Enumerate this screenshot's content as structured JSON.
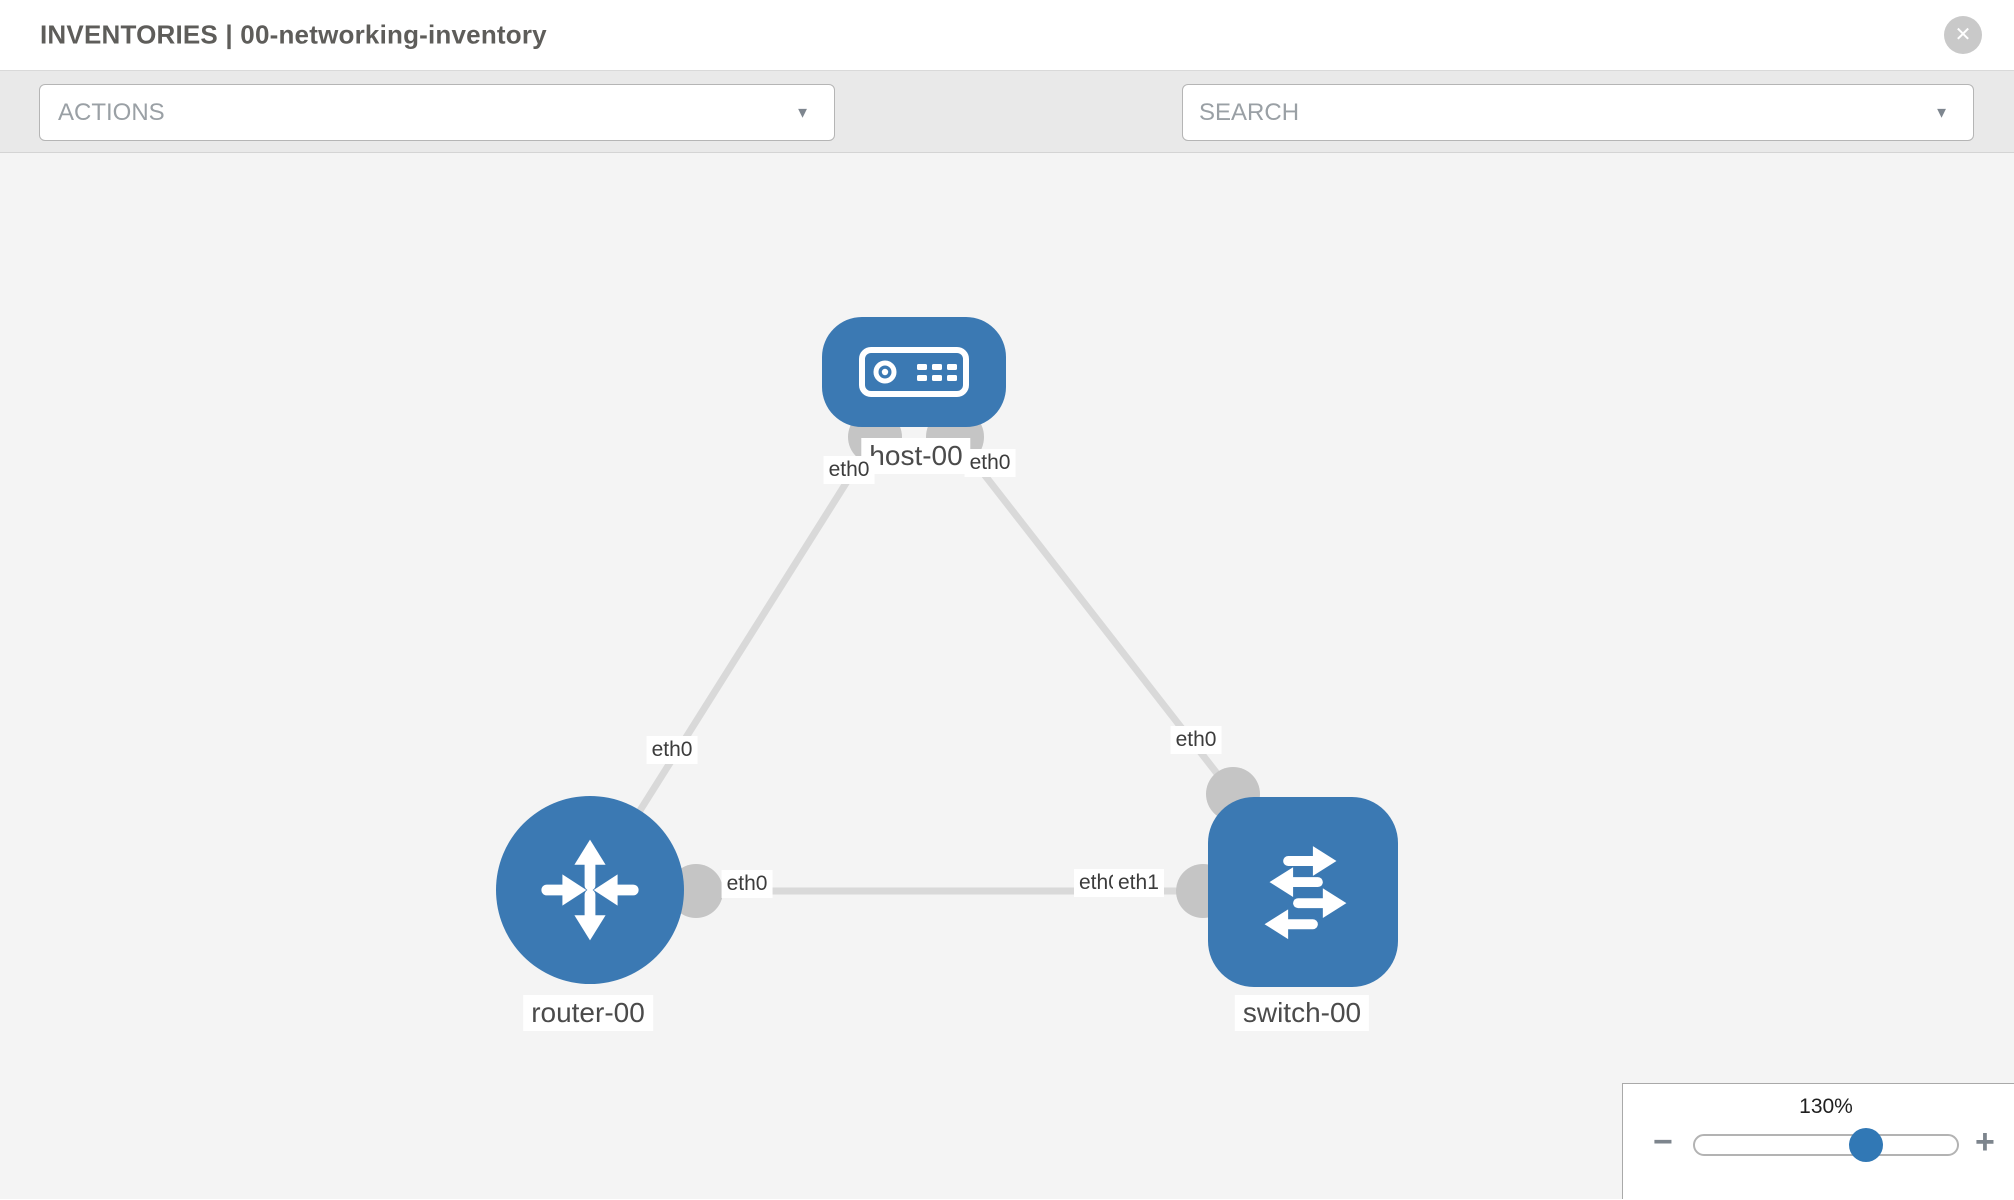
{
  "header": {
    "title": "INVENTORIES | 00-networking-inventory",
    "close_glyph": "✕"
  },
  "toolbar": {
    "actions_label": "ACTIONS",
    "search_placeholder": "SEARCH",
    "caret_glyph": "▼",
    "icons": [
      "wrench-icon",
      "key-icon"
    ]
  },
  "topology": {
    "nodes": {
      "host": {
        "label": "host-00",
        "type": "host"
      },
      "router": {
        "label": "router-00",
        "type": "router"
      },
      "switch": {
        "label": "switch-00",
        "type": "switch"
      }
    },
    "links": [
      {
        "from": "host-00",
        "to": "router-00",
        "from_interface": "eth0",
        "to_interface": "eth0"
      },
      {
        "from": "host-00",
        "to": "switch-00",
        "from_interface": "eth0",
        "to_interface": "eth0"
      },
      {
        "from": "router-00",
        "to": "switch-00",
        "from_interface": "eth0",
        "to_interface": "eth1"
      }
    ],
    "interfaces": {
      "host_left": "eth0",
      "host_right": "eth0",
      "host_router_mid": "eth0",
      "host_switch_mid": "eth0",
      "router_switch_router_side": "eth0",
      "router_switch_switch_side_a": "eth0",
      "router_switch_switch_side_b": "eth1"
    }
  },
  "zoom": {
    "level": "130%",
    "minus_glyph": "−",
    "plus_glyph": "+"
  },
  "colors": {
    "node_blue": "#3b79b3",
    "link_gray": "#d9d9d9",
    "port_gray": "#c5c5c5",
    "thumb_blue": "#3178b5"
  }
}
